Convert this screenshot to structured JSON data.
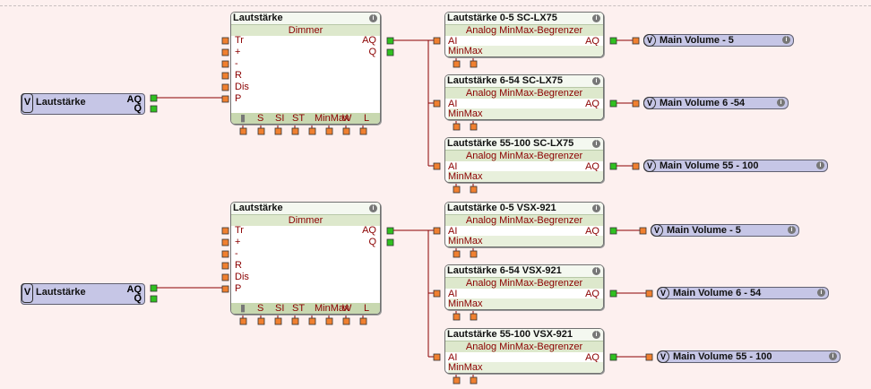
{
  "canvas": {
    "background": "#fdf0ef",
    "wire_color": "#8b0000",
    "input_pin_color": "#f08030",
    "output_pin_color": "#30c020"
  },
  "groups": [
    {
      "source": {
        "tag": "V",
        "label": "Lautstärke",
        "outputs": [
          "AQ",
          "Q"
        ]
      },
      "dimmer": {
        "title": "Lautstärke",
        "type": "Dimmer",
        "inputs": [
          "Tr",
          "+",
          "-",
          "R",
          "Dis",
          "P"
        ],
        "outputs": [
          "AQ",
          "Q"
        ],
        "params": [
          "S",
          "SI",
          "ST",
          "MinMax",
          "W",
          "L"
        ],
        "info": "i"
      },
      "limiters": [
        {
          "title": "Lautstärke 0-5 SC-LX75",
          "type": "Analog MinMax-Begrenzer",
          "input": "AI",
          "output": "AQ",
          "param": "MinMax",
          "target": {
            "tag": "V",
            "label": "Main Volume - 5"
          }
        },
        {
          "title": "Lautstärke 6-54 SC-LX75",
          "type": "Analog MinMax-Begrenzer",
          "input": "AI",
          "output": "AQ",
          "param": "MinMax",
          "target": {
            "tag": "V",
            "label": "Main Volume 6 -54"
          }
        },
        {
          "title": "Lautstärke 55-100 SC-LX75",
          "type": "Analog MinMax-Begrenzer",
          "input": "AI",
          "output": "AQ",
          "param": "MinMax",
          "target": {
            "tag": "V",
            "label": "Main Volume 55 - 100"
          }
        }
      ]
    },
    {
      "source": {
        "tag": "V",
        "label": "Lautstärke",
        "outputs": [
          "AQ",
          "Q"
        ]
      },
      "dimmer": {
        "title": "Lautstärke",
        "type": "Dimmer",
        "inputs": [
          "Tr",
          "+",
          "-",
          "R",
          "Dis",
          "P"
        ],
        "outputs": [
          "AQ",
          "Q"
        ],
        "params": [
          "S",
          "SI",
          "ST",
          "MinMax",
          "W",
          "L"
        ],
        "info": "i"
      },
      "limiters": [
        {
          "title": "Lautstärke 0-5 VSX-921",
          "type": "Analog MinMax-Begrenzer",
          "input": "AI",
          "output": "AQ",
          "param": "MinMax",
          "target": {
            "tag": "V",
            "label": "Main Volume - 5"
          }
        },
        {
          "title": "Lautstärke 6-54 VSX-921",
          "type": "Analog MinMax-Begrenzer",
          "input": "AI",
          "output": "AQ",
          "param": "MinMax",
          "target": {
            "tag": "V",
            "label": "Main Volume 6 - 54"
          }
        },
        {
          "title": "Lautstärke 55-100 VSX-921",
          "type": "Analog MinMax-Begrenzer",
          "input": "AI",
          "output": "AQ",
          "param": "MinMax",
          "target": {
            "tag": "V",
            "label": "Main Volume 55 - 100"
          }
        }
      ]
    }
  ]
}
